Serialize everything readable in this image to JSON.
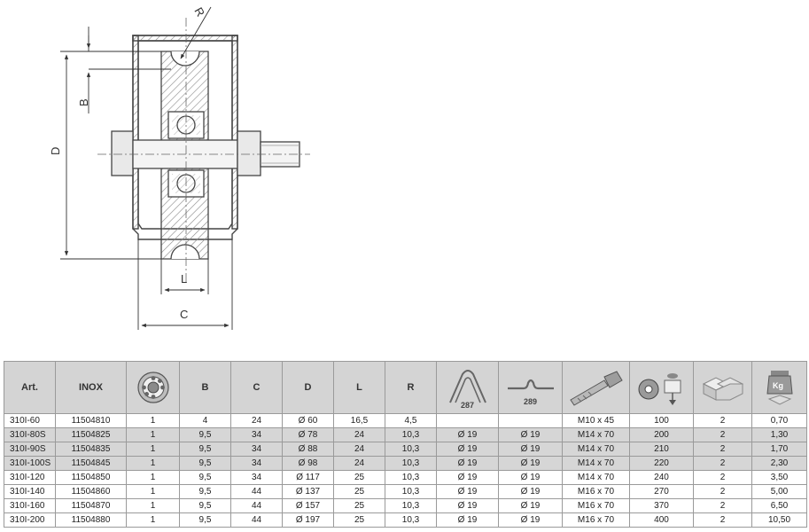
{
  "drawing": {
    "labels": {
      "r": "R",
      "b": "B",
      "d": "D",
      "l": "L",
      "c": "C"
    }
  },
  "table": {
    "headers": {
      "art": "Art.",
      "inox": "INOX",
      "b": "B",
      "c": "C",
      "d": "D",
      "l": "L",
      "r": "R",
      "clip_number": "287",
      "spring_number": "289"
    },
    "icons": [
      "bearing-icon",
      "clip-icon",
      "spring-clip-icon",
      "bolt-icon",
      "washer-load-icon",
      "boxes-icon",
      "weight-icon"
    ],
    "rows": [
      {
        "art": "310I-60",
        "inox": "11504810",
        "bearing": "1",
        "b": "4",
        "c": "24",
        "d": "Ø 60",
        "l": "16,5",
        "r": "4,5",
        "clip": "",
        "spring": "",
        "bolt": "M10 x 45",
        "load": "100",
        "pack": "2",
        "weight": "0,70",
        "shaded": false
      },
      {
        "art": "310I-80S",
        "inox": "11504825",
        "bearing": "1",
        "b": "9,5",
        "c": "34",
        "d": "Ø 78",
        "l": "24",
        "r": "10,3",
        "clip": "Ø 19",
        "spring": "Ø 19",
        "bolt": "M14 x 70",
        "load": "200",
        "pack": "2",
        "weight": "1,30",
        "shaded": true
      },
      {
        "art": "310I-90S",
        "inox": "11504835",
        "bearing": "1",
        "b": "9,5",
        "c": "34",
        "d": "Ø 88",
        "l": "24",
        "r": "10,3",
        "clip": "Ø 19",
        "spring": "Ø 19",
        "bolt": "M14 x 70",
        "load": "210",
        "pack": "2",
        "weight": "1,70",
        "shaded": true
      },
      {
        "art": "310I-100S",
        "inox": "11504845",
        "bearing": "1",
        "b": "9,5",
        "c": "34",
        "d": "Ø 98",
        "l": "24",
        "r": "10,3",
        "clip": "Ø 19",
        "spring": "Ø 19",
        "bolt": "M14 x 70",
        "load": "220",
        "pack": "2",
        "weight": "2,30",
        "shaded": true
      },
      {
        "art": "310I-120",
        "inox": "11504850",
        "bearing": "1",
        "b": "9,5",
        "c": "34",
        "d": "Ø 117",
        "l": "25",
        "r": "10,3",
        "clip": "Ø 19",
        "spring": "Ø 19",
        "bolt": "M14 x 70",
        "load": "240",
        "pack": "2",
        "weight": "3,50",
        "shaded": false
      },
      {
        "art": "310I-140",
        "inox": "11504860",
        "bearing": "1",
        "b": "9,5",
        "c": "44",
        "d": "Ø 137",
        "l": "25",
        "r": "10,3",
        "clip": "Ø 19",
        "spring": "Ø 19",
        "bolt": "M16 x 70",
        "load": "270",
        "pack": "2",
        "weight": "5,00",
        "shaded": false
      },
      {
        "art": "310I-160",
        "inox": "11504870",
        "bearing": "1",
        "b": "9,5",
        "c": "44",
        "d": "Ø 157",
        "l": "25",
        "r": "10,3",
        "clip": "Ø 19",
        "spring": "Ø 19",
        "bolt": "M16 x 70",
        "load": "370",
        "pack": "2",
        "weight": "6,50",
        "shaded": false
      },
      {
        "art": "310I-200",
        "inox": "11504880",
        "bearing": "1",
        "b": "9,5",
        "c": "44",
        "d": "Ø 197",
        "l": "25",
        "r": "10,3",
        "clip": "Ø 19",
        "spring": "Ø 19",
        "bolt": "M16 x 70",
        "load": "400",
        "pack": "2",
        "weight": "10,50",
        "shaded": false
      }
    ]
  }
}
